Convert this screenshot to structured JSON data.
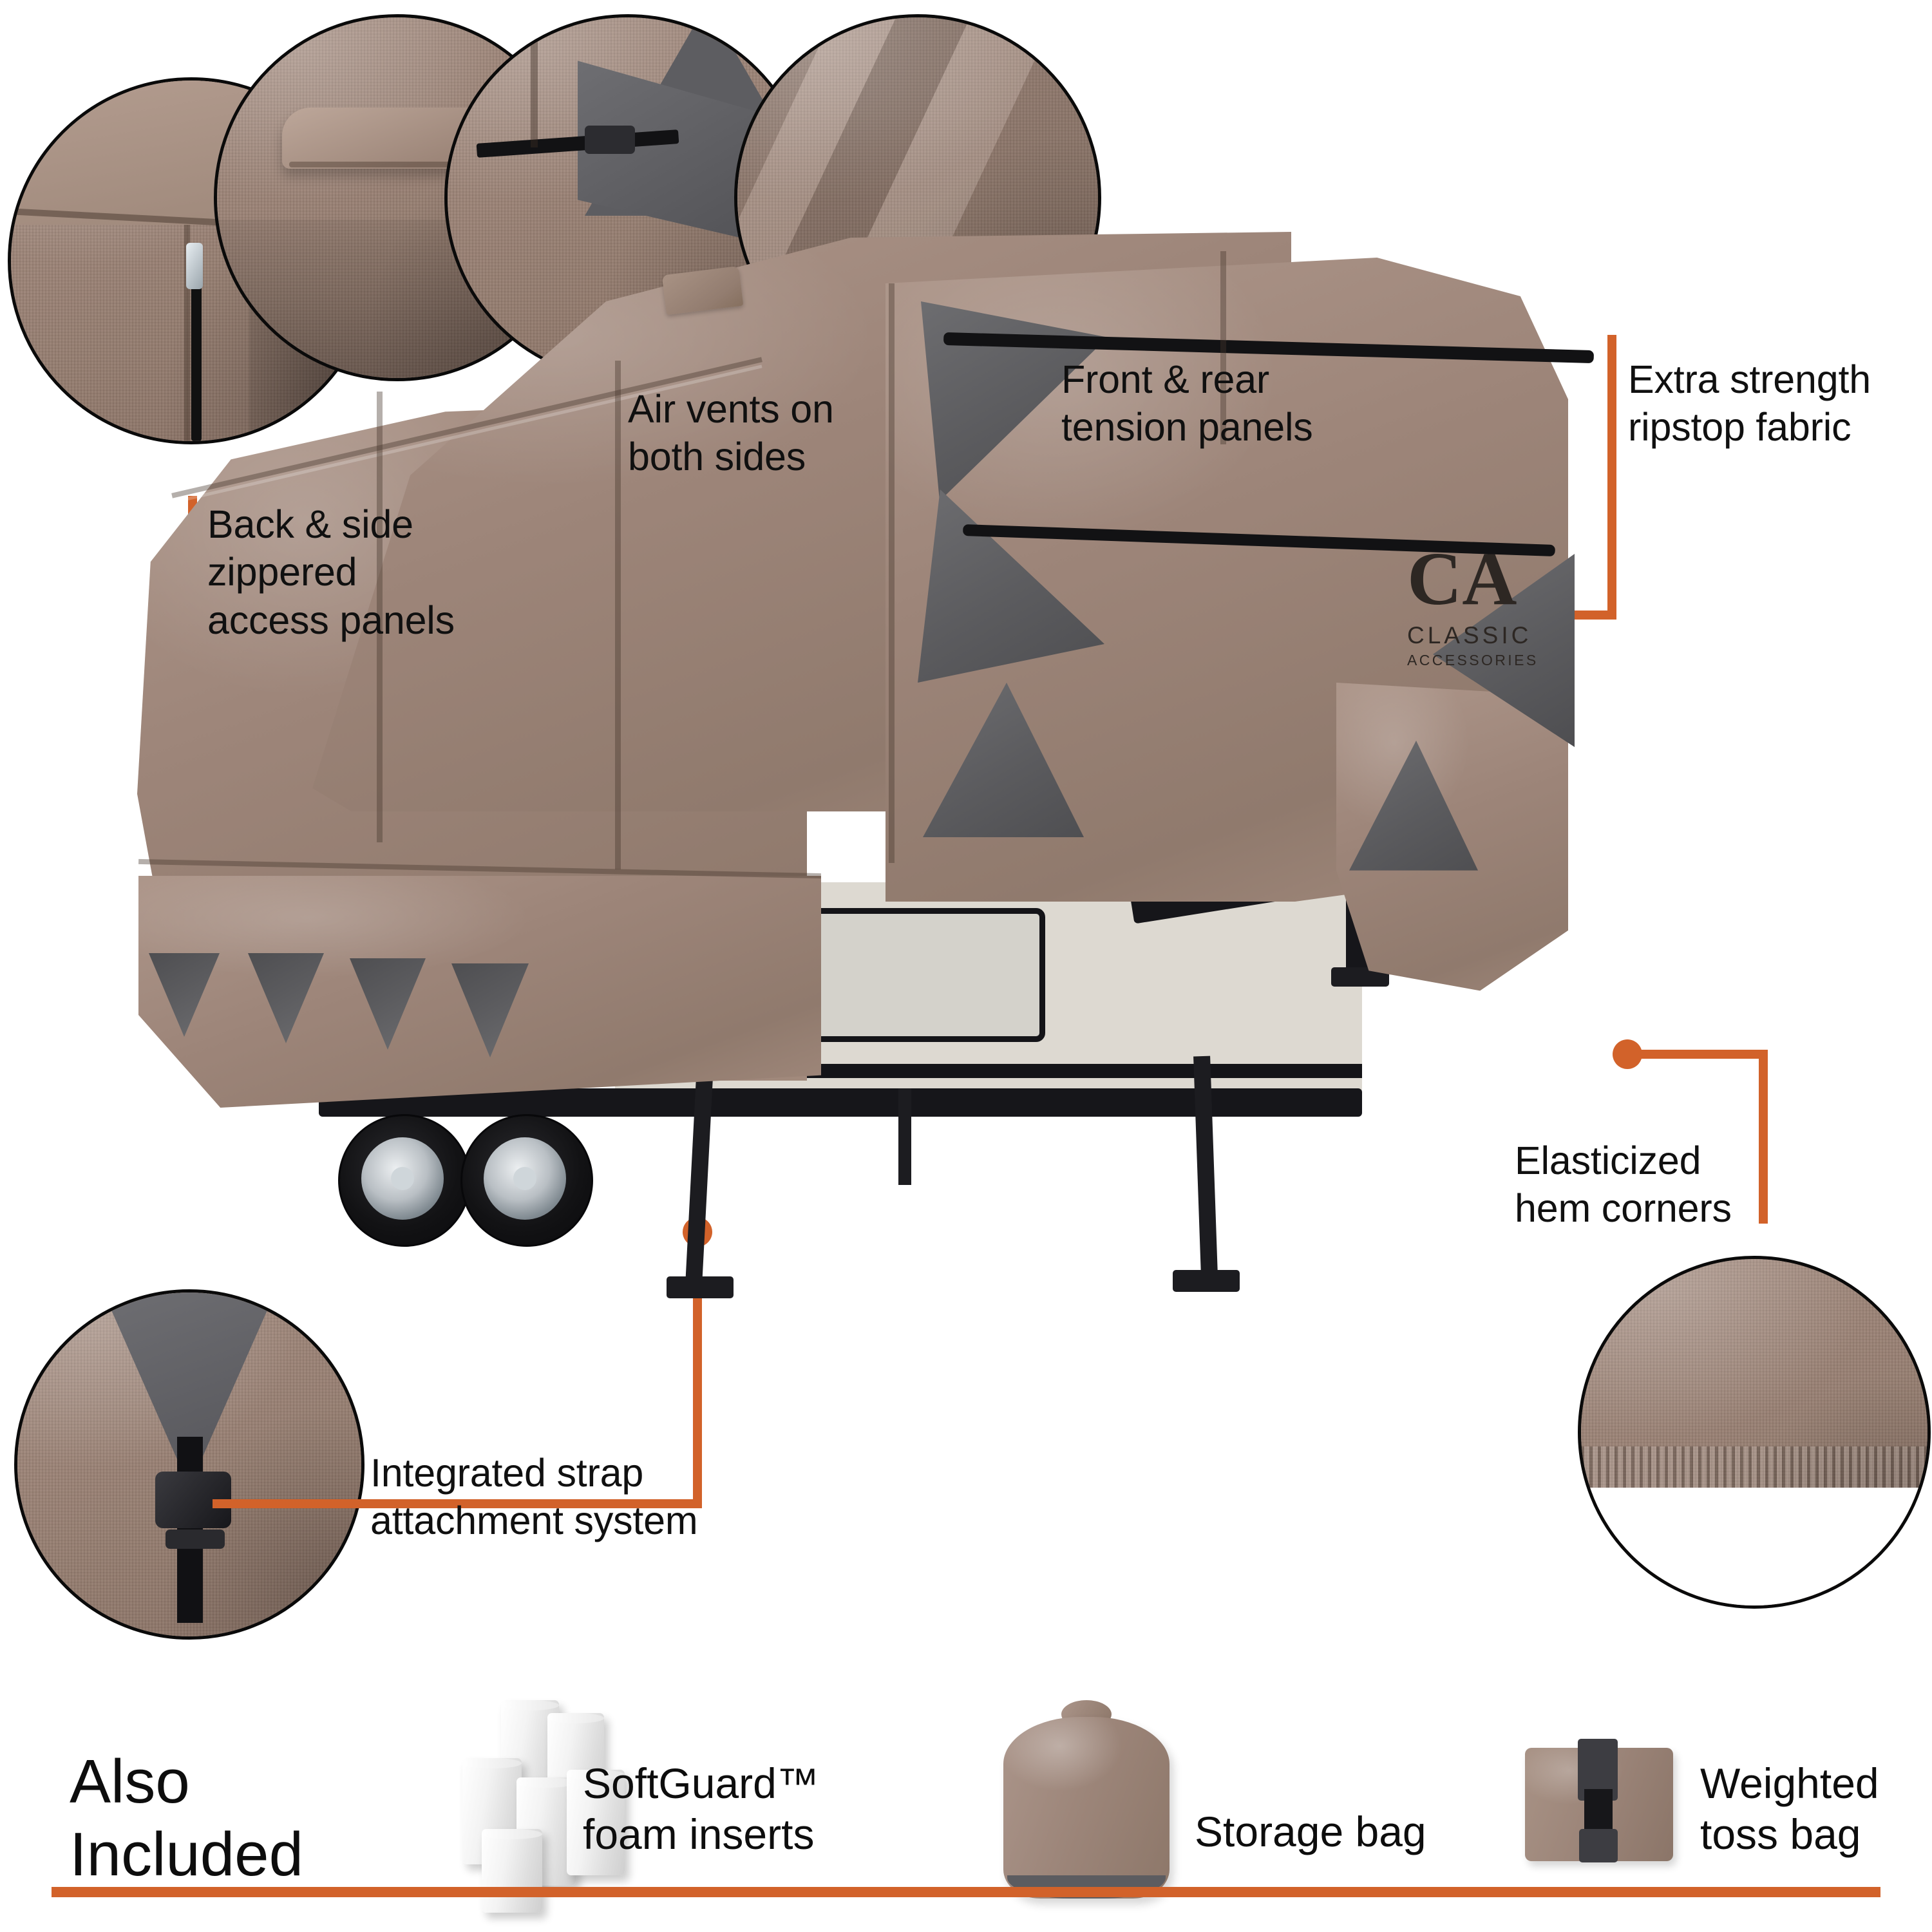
{
  "product": {
    "brand_logo": {
      "mark": "CA",
      "line1": "CLASSIC",
      "line2": "ACCESSORIES"
    }
  },
  "theme": {
    "accent": "#d2622a",
    "fabric_tan": "#9d8579",
    "fabric_gray": "#5b5b5e",
    "text": "#101010",
    "background": "#ffffff"
  },
  "callouts": [
    {
      "id": "zippered-access-panels",
      "text": "Back & side\nzippered\naccess panels"
    },
    {
      "id": "air-vents",
      "text": "Air vents on\nboth sides"
    },
    {
      "id": "tension-panels",
      "text": "Front & rear\ntension panels"
    },
    {
      "id": "ripstop-fabric",
      "text": "Extra strength\nripstop fabric"
    },
    {
      "id": "elasticized-hem",
      "text": "Elasticized\nhem corners"
    },
    {
      "id": "strap-system",
      "text": "Integrated strap\nattachment system"
    }
  ],
  "also_included": {
    "heading": "Also\nIncluded",
    "items": [
      {
        "id": "foam-inserts",
        "label": "SoftGuard™\nfoam inserts"
      },
      {
        "id": "storage-bag",
        "label": "Storage bag"
      },
      {
        "id": "toss-bag",
        "label": "Weighted\ntoss bag"
      }
    ]
  }
}
